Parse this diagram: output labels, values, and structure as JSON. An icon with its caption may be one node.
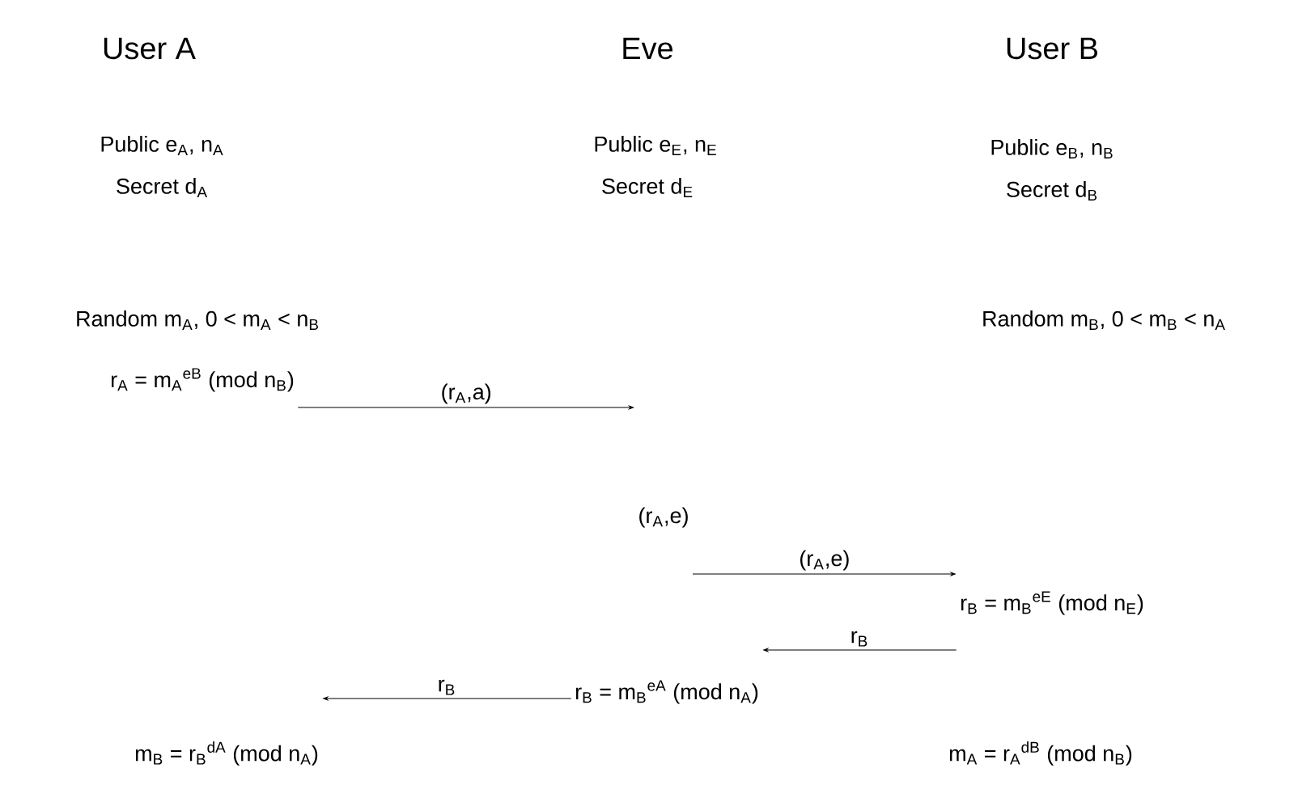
{
  "diagram": {
    "nodes": [
      {
        "text": [
          "r$_{A}$ = m$_{A}$$^{eB}$ (mod n$_{B}$)"
        ]
      },
      {
        "text": [
          "(r$_{A}$,e)"
        ]
      },
      {
        "text": [
          "r$_{B}$ = m$_{B}$$^{eE}$ (mod n$_{E}$)"
        ]
      },
      {
        "text": [
          "r$_{B}$ = m$_{B}$$^{eA}$ (mod n$_{A}$)"
        ]
      },
      {
        "text": [
          "m$_{B}$ = r$_{B}$$^{dA}$ (mod n$_{A}$)"
        ]
      }
    ],
    "edges": [
      {
        "from": 0,
        "to": 1,
        "arrow": "to",
        "label": "(r$_{A}$,a)"
      },
      {
        "from": 1,
        "to": 2,
        "arrow": "to",
        "label": "(r$_{A}$,e)"
      },
      {
        "from": 2,
        "to": 3,
        "arrow": "to",
        "label": "r$_{B}$"
      },
      {
        "from": 3,
        "to": 4,
        "arrow": "to",
        "label": "r$_{B}$"
      }
    ],
    "labels": [
      "User A",
      "Eve",
      "User B",
      "Public e$_{A}$, n$_{A}$",
      "Public e$_{E}$, n$_{E}$",
      "Public e$_{B}$, n$_{B}$",
      "Secret d$_{A}$",
      "Secret d$_{E}$",
      "Secret d$_{B}$",
      "Random m$_{A}$, 0 < m$_{A}$ < n$_{B}$",
      "Random m$_{B}$, 0 < m$_{B}$ < n$_{A}$",
      "m$_{A}$ = r$_{A}$$^{dB}$ (mod n$_{B}$)"
    ]
  }
}
